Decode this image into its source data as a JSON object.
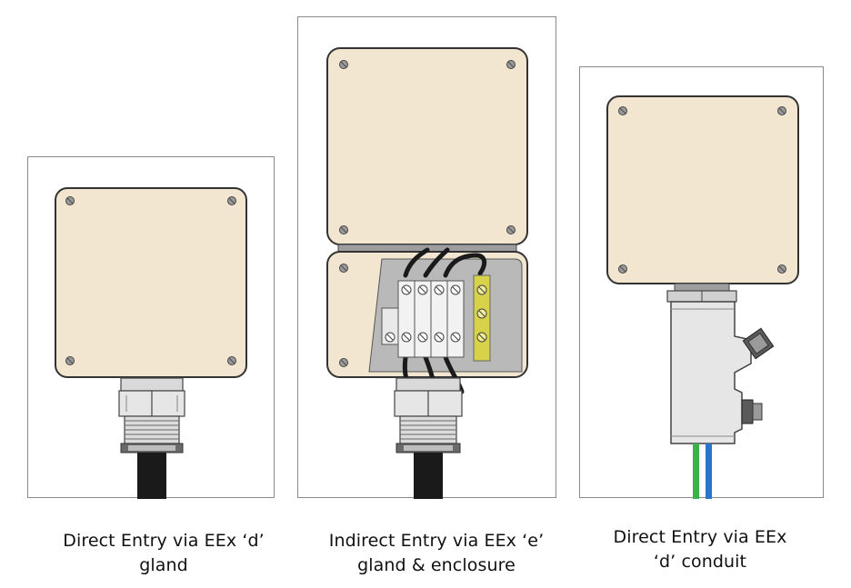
{
  "colors": {
    "enclosure_fill": "#f3e6d1",
    "enclosure_stroke": "#333333",
    "metal_light": "#e3e3e3",
    "metal_mid": "#bdbdbd",
    "metal_dark": "#5a5a5a",
    "cable": "#1a1a1a",
    "earth_terminal": "#d8d24a",
    "wire_green": "#3cb34a",
    "wire_blue": "#2a74c9"
  },
  "panels": [
    {
      "caption_line1": "Direct Entry via EEx ‘d’",
      "caption_line2": "gland"
    },
    {
      "caption_line1": "Indirect Entry via EEx ‘e’",
      "caption_line2": "gland & enclosure"
    },
    {
      "caption_line1": "Direct Entry via EEx",
      "caption_line2": "‘d’ conduit"
    }
  ]
}
